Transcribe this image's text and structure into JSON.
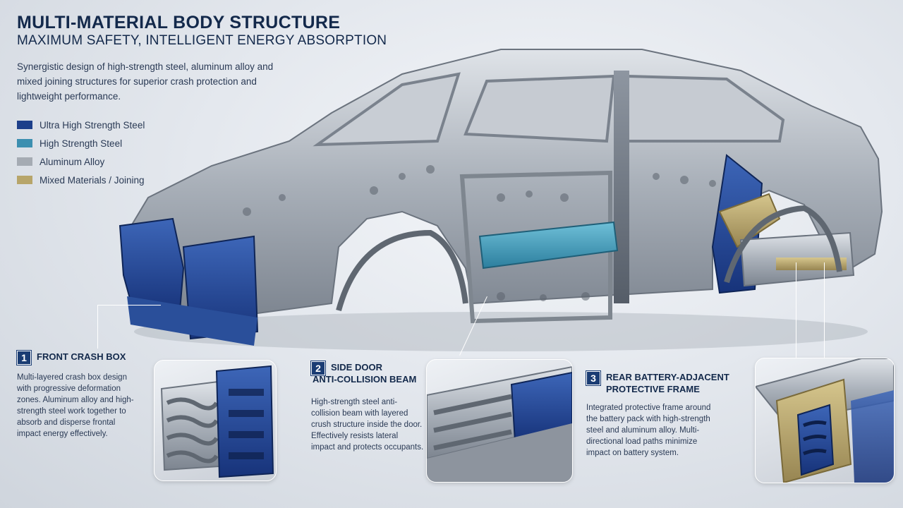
{
  "header": {
    "title": "MULTI-MATERIAL BODY STRUCTURE",
    "subtitle": "MAXIMUM SAFETY, INTELLIGENT ENERGY ABSORPTION",
    "intro": "Synergistic design of high-strength steel, aluminum alloy and mixed joining structures for superior crash protection and lightweight performance."
  },
  "legend": [
    {
      "label": "Ultra High Strength Steel",
      "color": "#1d3f8a"
    },
    {
      "label": "High Strength Steel",
      "color": "#3c8fb0"
    },
    {
      "label": "Aluminum Alloy",
      "color": "#a5abb3"
    },
    {
      "label": "Mixed Materials / Joining",
      "color": "#b7a56a"
    }
  ],
  "callouts": [
    {
      "number": "1",
      "title": "FRONT CRASH BOX",
      "description": "Multi-layered crash box design with progressive deformation zones. Aluminum alloy and high-strength steel work together to absorb and disperse frontal impact energy effectively."
    },
    {
      "number": "2",
      "title_line1": "SIDE DOOR",
      "title_line2": "ANTI-COLLISION BEAM",
      "description": "High-strength steel anti-collision beam with layered crush structure inside the door. Effectively resists lateral impact and protects occupants."
    },
    {
      "number": "3",
      "title_line1": "REAR BATTERY-ADJACENT",
      "title_line2": "PROTECTIVE FRAME",
      "description": "Integrated protective frame around the battery pack with high-strength steel and aluminum alloy. Multi-directional load paths minimize impact on battery system."
    }
  ],
  "colors": {
    "badge": "#1a3c73",
    "uhss": "#1d3f8a",
    "hss": "#3c8fb0",
    "aluminum": "#a5abb3",
    "mixed": "#b7a56a"
  }
}
